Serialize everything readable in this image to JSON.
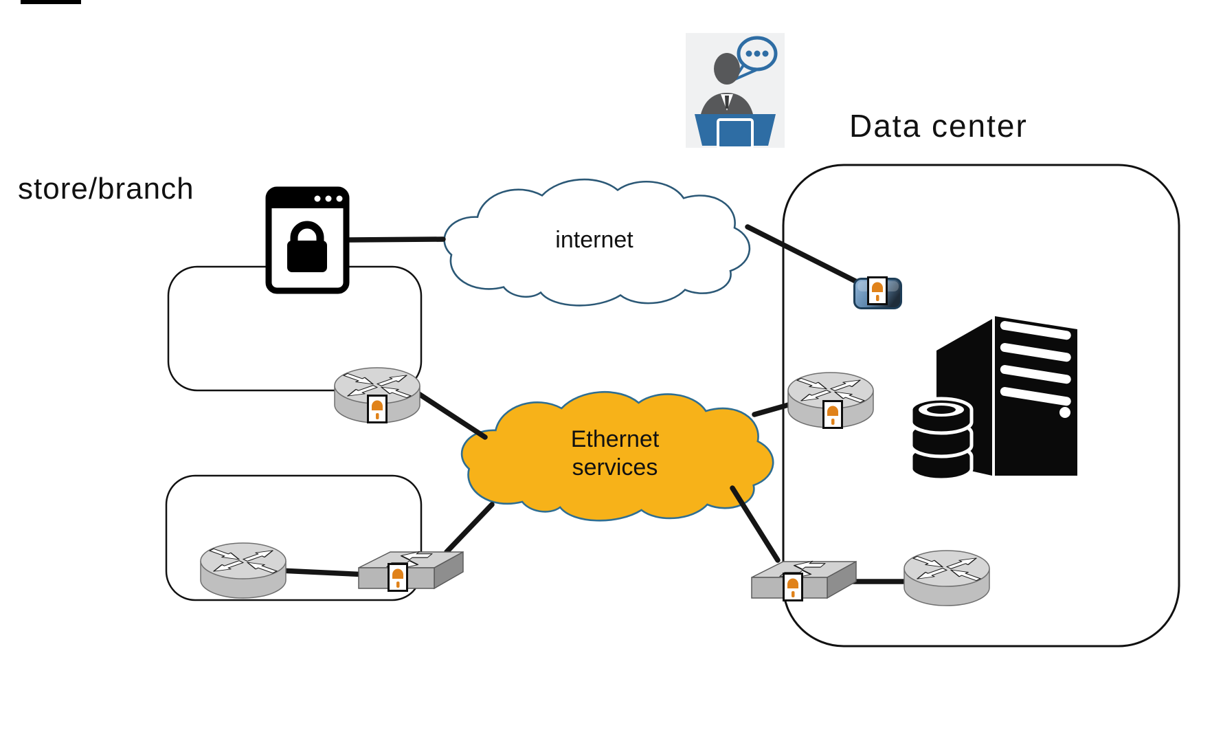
{
  "diagram": {
    "type": "network-architecture",
    "labels": {
      "store_branch": "store/branch",
      "data_center": "Data center",
      "internet_cloud": "internet",
      "ethernet_cloud": "Ethernet services"
    },
    "icons": {
      "person": "operator-chat-icon",
      "browser_lock": "secure-browser-icon",
      "firewall_device": "secure-gateway-device-icon",
      "router": "router-icon",
      "switch": "switch-icon",
      "lock_badge": "lock-badge-icon",
      "server": "server-database-icon",
      "cloud": "cloud-shape"
    },
    "nodes": [
      {
        "id": "store-browser",
        "type": "secure-browser",
        "region": "store/branch",
        "secured": true
      },
      {
        "id": "internet-cloud",
        "type": "cloud",
        "label": "internet"
      },
      {
        "id": "dc-gateway",
        "type": "secure-gateway-device",
        "region": "Data center",
        "secured": true
      },
      {
        "id": "store1-router",
        "type": "router",
        "region": "store/branch box 1",
        "secured": true
      },
      {
        "id": "ethernet-cloud",
        "type": "cloud",
        "label": "Ethernet services"
      },
      {
        "id": "dc-router-top",
        "type": "router",
        "region": "Data center",
        "secured": true
      },
      {
        "id": "dc-server",
        "type": "server-with-database",
        "region": "Data center"
      },
      {
        "id": "store2-router",
        "type": "router",
        "region": "store/branch box 2",
        "secured": false
      },
      {
        "id": "store2-switch",
        "type": "switch",
        "region": "store/branch box 2",
        "secured": true
      },
      {
        "id": "dc-switch",
        "type": "switch",
        "region": "Data center",
        "secured": true
      },
      {
        "id": "dc-router-bottom",
        "type": "router",
        "region": "Data center",
        "secured": false
      }
    ],
    "edges": [
      {
        "from": "store-browser",
        "to": "internet-cloud"
      },
      {
        "from": "internet-cloud",
        "to": "dc-gateway"
      },
      {
        "from": "store1-router",
        "to": "ethernet-cloud"
      },
      {
        "from": "ethernet-cloud",
        "to": "dc-router-top"
      },
      {
        "from": "store2-router",
        "to": "store2-switch"
      },
      {
        "from": "store2-switch",
        "to": "ethernet-cloud"
      },
      {
        "from": "ethernet-cloud",
        "to": "dc-switch"
      },
      {
        "from": "dc-switch",
        "to": "dc-router-bottom"
      }
    ],
    "colors": {
      "background": "#ffffff",
      "internet_cloud_fill": "#ffffff",
      "internet_cloud_stroke": "#2b5876",
      "ethernet_cloud_fill": "#f7b219",
      "ethernet_cloud_stroke": "#2e6e93",
      "device_gray": "#c4c4c4",
      "lock_orange": "#e0821a",
      "connector_black": "#151515",
      "person_blue": "#2e6da4",
      "person_gray": "#57585a"
    }
  }
}
